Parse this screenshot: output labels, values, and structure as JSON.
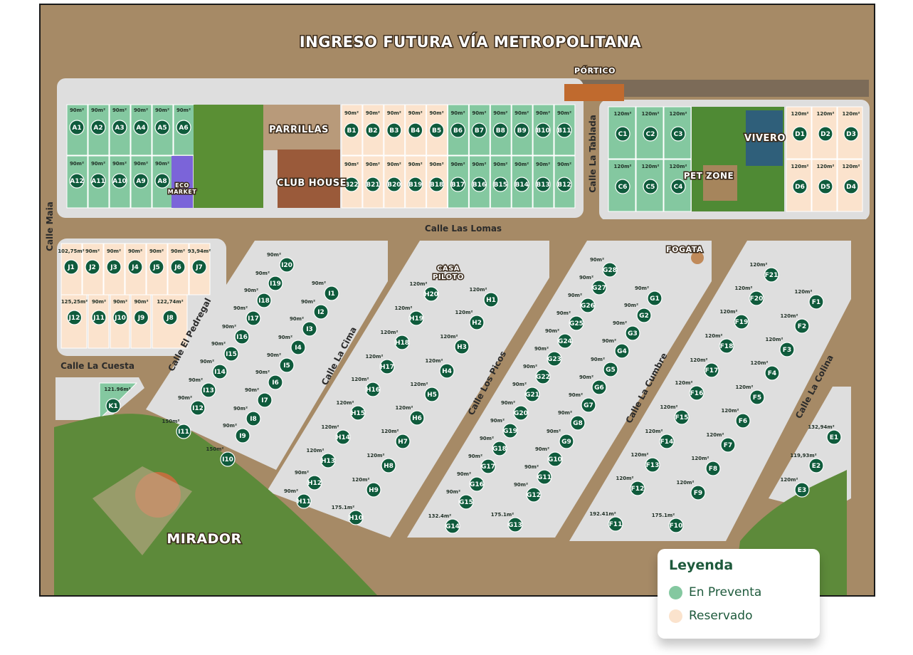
{
  "title": "INGRESO FUTURA VÍA METROPOLITANA",
  "colors": {
    "preventa": "#84c8a0",
    "reservado": "#fbe3cd",
    "marker": "#0f5b3c",
    "road": "#d6d6d6",
    "ground": "#a78b68",
    "grass": "#5d8a3a"
  },
  "landmarks": {
    "portico": "PÓRTICO",
    "parrillas": "PARRILLAS",
    "club_house": "CLUB HOUSE",
    "eco_market_1": "ECO",
    "eco_market_2": "MARKET",
    "vivero": "VIVERO",
    "pet_zone": "PET ZONE",
    "fogata": "FOGATA",
    "casa_piloto_1": "CASA",
    "casa_piloto_2": "PILOTO",
    "mirador": "MIRADOR"
  },
  "streets": {
    "las_lomas": "Calle Las Lomas",
    "la_tablada": "Calle La Tablada",
    "maia": "Calle Maia",
    "la_cuesta": "Calle La Cuesta",
    "el_pedregal": "Calle El Pedregal",
    "la_cima": "Calle La Cima",
    "los_picos": "Calle Los Picos",
    "la_cumbre": "Calle La Cumbre",
    "la_colina": "Calle La Colina"
  },
  "legend": {
    "title": "Leyenda",
    "items": [
      {
        "label": "En Preventa",
        "status": "preventa"
      },
      {
        "label": "Reservado",
        "status": "reservado"
      }
    ]
  },
  "lots": {
    "A": [
      [
        "A1",
        "90m²",
        "preventa"
      ],
      [
        "A2",
        "90m²",
        "preventa"
      ],
      [
        "A3",
        "90m²",
        "preventa"
      ],
      [
        "A4",
        "90m²",
        "preventa"
      ],
      [
        "A5",
        "90m²",
        "preventa"
      ],
      [
        "A6",
        "90m²",
        "preventa"
      ],
      [
        "A12",
        "90m²",
        "preventa"
      ],
      [
        "A11",
        "90m²",
        "preventa"
      ],
      [
        "A10",
        "90m²",
        "preventa"
      ],
      [
        "A9",
        "90m²",
        "preventa"
      ],
      [
        "A8",
        "90m²",
        "preventa"
      ]
    ],
    "B_top": [
      [
        "B1",
        "90m²",
        "reservado"
      ],
      [
        "B2",
        "90m²",
        "reservado"
      ],
      [
        "B3",
        "90m²",
        "reservado"
      ],
      [
        "B4",
        "90m²",
        "reservado"
      ],
      [
        "B5",
        "90m²",
        "reservado"
      ],
      [
        "B6",
        "90m²",
        "preventa"
      ],
      [
        "B7",
        "90m²",
        "preventa"
      ],
      [
        "B8",
        "90m²",
        "preventa"
      ],
      [
        "B9",
        "90m²",
        "preventa"
      ],
      [
        "B10",
        "90m²",
        "preventa"
      ],
      [
        "B11",
        "90m²",
        "preventa"
      ]
    ],
    "B_bot": [
      [
        "B22",
        "90m²",
        "reservado"
      ],
      [
        "B21",
        "90m²",
        "reservado"
      ],
      [
        "B20",
        "90m²",
        "reservado"
      ],
      [
        "B19",
        "90m²",
        "reservado"
      ],
      [
        "B18",
        "90m²",
        "reservado"
      ],
      [
        "B17",
        "90m²",
        "preventa"
      ],
      [
        "B16",
        "90m²",
        "preventa"
      ],
      [
        "B15",
        "90m²",
        "preventa"
      ],
      [
        "B14",
        "90m²",
        "preventa"
      ],
      [
        "B13",
        "90m²",
        "preventa"
      ],
      [
        "B12",
        "90m²",
        "preventa"
      ]
    ],
    "C": [
      [
        "C1",
        "120m²",
        "preventa"
      ],
      [
        "C2",
        "120m²",
        "preventa"
      ],
      [
        "C3",
        "120m²",
        "preventa"
      ],
      [
        "C6",
        "120m²",
        "preventa"
      ],
      [
        "C5",
        "120m²",
        "preventa"
      ],
      [
        "C4",
        "120m²",
        "preventa"
      ]
    ],
    "D": [
      [
        "D1",
        "120m²",
        "reservado"
      ],
      [
        "D2",
        "120m²",
        "reservado"
      ],
      [
        "D3",
        "120m²",
        "reservado"
      ],
      [
        "D6",
        "120m²",
        "reservado"
      ],
      [
        "D5",
        "120m²",
        "reservado"
      ],
      [
        "D4",
        "120m²",
        "reservado"
      ]
    ],
    "J_top": [
      [
        "J1",
        "102,75m²",
        "reservado"
      ],
      [
        "J2",
        "90m²",
        "reservado"
      ],
      [
        "J3",
        "90m²",
        "reservado"
      ],
      [
        "J4",
        "90m²",
        "reservado"
      ],
      [
        "J5",
        "90m²",
        "reservado"
      ],
      [
        "J6",
        "90m²",
        "reservado"
      ],
      [
        "J7",
        "93,94m²",
        "reservado"
      ]
    ],
    "J_bot": [
      [
        "J12",
        "125,25m²",
        "reservado"
      ],
      [
        "J11",
        "90m²",
        "reservado"
      ],
      [
        "J10",
        "90m²",
        "reservado"
      ],
      [
        "J9",
        "90m²",
        "reservado"
      ],
      [
        "J8",
        "122,74m²",
        "reservado"
      ]
    ],
    "K": [
      [
        "K1",
        "121.96m²",
        "preventa"
      ]
    ],
    "I": [
      [
        "I20",
        "90m²"
      ],
      [
        "I19",
        "90m²"
      ],
      [
        "I18",
        "90m²"
      ],
      [
        "I17",
        "90m²"
      ],
      [
        "I16",
        "90m²"
      ],
      [
        "I15",
        "90m²"
      ],
      [
        "I14",
        "90m²"
      ],
      [
        "I13",
        "90m²"
      ],
      [
        "I12",
        "90m²"
      ],
      [
        "I11",
        "150m²"
      ],
      [
        "I1",
        "90m²"
      ],
      [
        "I2",
        "90m²"
      ],
      [
        "I3",
        "90m²"
      ],
      [
        "I4",
        "90m²"
      ],
      [
        "I5",
        "90m²"
      ],
      [
        "I6",
        "90m²"
      ],
      [
        "I7",
        "90m²"
      ],
      [
        "I8",
        "90m²"
      ],
      [
        "I9",
        "90m²"
      ],
      [
        "I10",
        "150m²"
      ]
    ],
    "H": [
      [
        "H20",
        "120m²"
      ],
      [
        "H19",
        "120m²"
      ],
      [
        "H18",
        "120m²"
      ],
      [
        "H17",
        "120m²"
      ],
      [
        "H16",
        "120m²"
      ],
      [
        "H15",
        "120m²"
      ],
      [
        "H14",
        "120m²"
      ],
      [
        "H13",
        "120m²"
      ],
      [
        "H12",
        "90m²"
      ],
      [
        "H11",
        "90m²"
      ],
      [
        "H1",
        "120m²"
      ],
      [
        "H2",
        "120m²"
      ],
      [
        "H3",
        "120m²"
      ],
      [
        "H4",
        "120m²"
      ],
      [
        "H5",
        "120m²"
      ],
      [
        "H6",
        "120m²"
      ],
      [
        "H7",
        "120m²"
      ],
      [
        "H8",
        "120m²"
      ],
      [
        "H9",
        "120m²"
      ],
      [
        "H10",
        "175.1m²"
      ]
    ],
    "G": [
      [
        "G28",
        "90m²"
      ],
      [
        "G27",
        "90m²"
      ],
      [
        "G26",
        "90m²"
      ],
      [
        "G25",
        "90m²"
      ],
      [
        "G24",
        "90m²"
      ],
      [
        "G23",
        "90m²"
      ],
      [
        "G22",
        "90m²"
      ],
      [
        "G21",
        "90m²"
      ],
      [
        "G20",
        "90m²"
      ],
      [
        "G19",
        "90m²"
      ],
      [
        "G18",
        "90m²"
      ],
      [
        "G17",
        "90m²"
      ],
      [
        "G16",
        "90m²"
      ],
      [
        "G15",
        "90m²"
      ],
      [
        "G14",
        "132.4m²"
      ],
      [
        "G1",
        "90m²"
      ],
      [
        "G2",
        "90m²"
      ],
      [
        "G3",
        "90m²"
      ],
      [
        "G4",
        "90m²"
      ],
      [
        "G5",
        "90m²"
      ],
      [
        "G6",
        "90m²"
      ],
      [
        "G7",
        "90m²"
      ],
      [
        "G8",
        "90m²"
      ],
      [
        "G9",
        "90m²"
      ],
      [
        "G10",
        "90m²"
      ],
      [
        "G11",
        "90m²"
      ],
      [
        "G12",
        "90m²"
      ],
      [
        "G13",
        "175.1m²"
      ]
    ],
    "F": [
      [
        "F21",
        "120m²"
      ],
      [
        "F20",
        "120m²"
      ],
      [
        "F19",
        "120m²"
      ],
      [
        "F18",
        "120m²"
      ],
      [
        "F17",
        "120m²"
      ],
      [
        "F16",
        "120m²"
      ],
      [
        "F15",
        "120m²"
      ],
      [
        "F14",
        "120m²"
      ],
      [
        "F13",
        "120m²"
      ],
      [
        "F12",
        "120m²"
      ],
      [
        "F11",
        "192.41m²"
      ],
      [
        "F1",
        "120m²"
      ],
      [
        "F2",
        "120m²"
      ],
      [
        "F3",
        "120m²"
      ],
      [
        "F4",
        "120m²"
      ],
      [
        "F5",
        "120m²"
      ],
      [
        "F6",
        "120m²"
      ],
      [
        "F7",
        "120m²"
      ],
      [
        "F8",
        "120m²"
      ],
      [
        "F9",
        "120m²"
      ],
      [
        "F10",
        "175.1m²"
      ]
    ],
    "E": [
      [
        "E1",
        "132,94m²"
      ],
      [
        "E2",
        "119,93m²"
      ],
      [
        "E3",
        "120m²"
      ]
    ]
  }
}
